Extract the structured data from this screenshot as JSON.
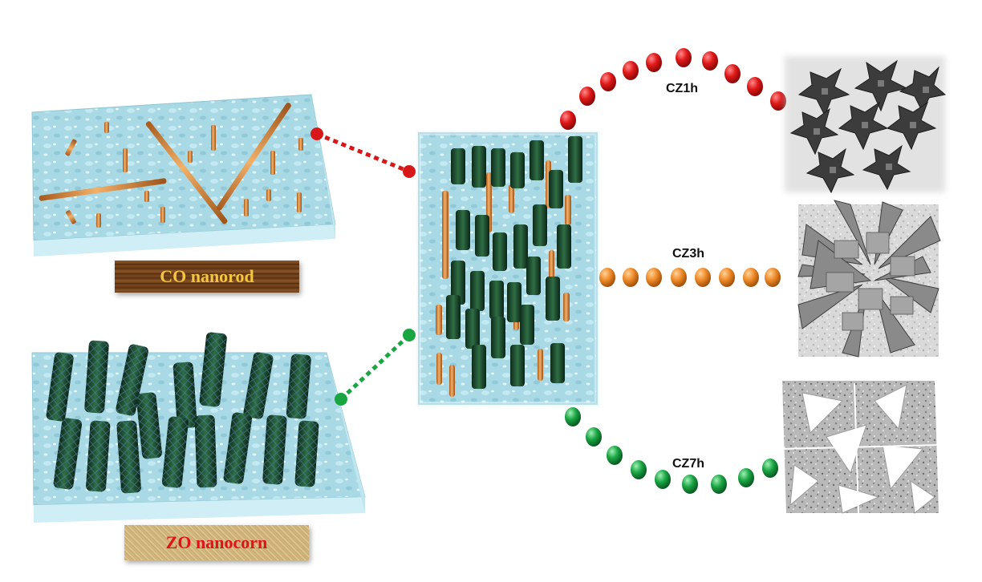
{
  "labels": {
    "co": "CO nanorod",
    "zo": "ZO nanocorn",
    "cz1": "CZ1h",
    "cz3": "CZ3h",
    "cz7": "CZ7h"
  },
  "colors": {
    "red": "#d81818",
    "orange": "#f08c2a",
    "green": "#19a640",
    "rod": "#d98a3c",
    "corn": "#1f4a30",
    "plate": "#a9dbe6"
  },
  "icons": [
    "nanorod",
    "nanocorn",
    "star-cluster",
    "flower-cluster",
    "sheet-cluster"
  ]
}
